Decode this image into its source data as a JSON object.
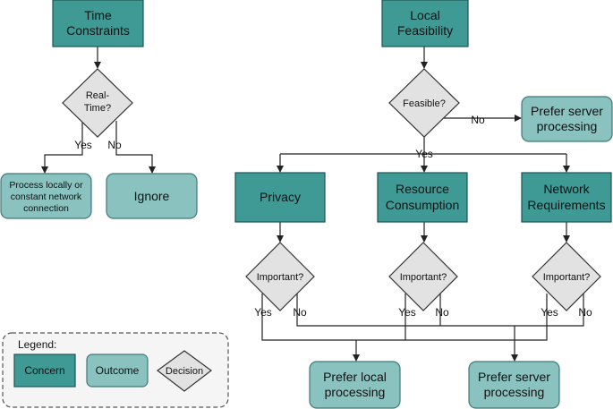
{
  "nodes": {
    "time_constraints": {
      "line1": "Time",
      "line2": "Constraints"
    },
    "real_time": {
      "line1": "Real-",
      "line2": "Time?"
    },
    "process_locally": {
      "line1": "Process locally or",
      "line2": "constant network",
      "line3": "connection"
    },
    "ignore": {
      "label": "Ignore"
    },
    "local_feasibility": {
      "line1": "Local",
      "line2": "Feasibility"
    },
    "feasible": {
      "label": "Feasible?"
    },
    "prefer_server_top": {
      "line1": "Prefer server",
      "line2": "processing"
    },
    "privacy": {
      "label": "Privacy"
    },
    "resource_consumption": {
      "line1": "Resource",
      "line2": "Consumption"
    },
    "network_requirements": {
      "line1": "Network",
      "line2": "Requirements"
    },
    "important_privacy": {
      "label": "Important?"
    },
    "important_resource": {
      "label": "Important?"
    },
    "important_network": {
      "label": "Important?"
    },
    "prefer_local": {
      "line1": "Prefer local",
      "line2": "processing"
    },
    "prefer_server_bottom": {
      "line1": "Prefer server",
      "line2": "processing"
    }
  },
  "edge_labels": {
    "yes": "Yes",
    "no": "No"
  },
  "legend": {
    "title": "Legend:",
    "concern": "Concern",
    "outcome": "Outcome",
    "decision": "Decision"
  },
  "colors": {
    "concern": "#3f9995",
    "outcome": "#89c2bf",
    "decision": "#e2e2e2"
  }
}
